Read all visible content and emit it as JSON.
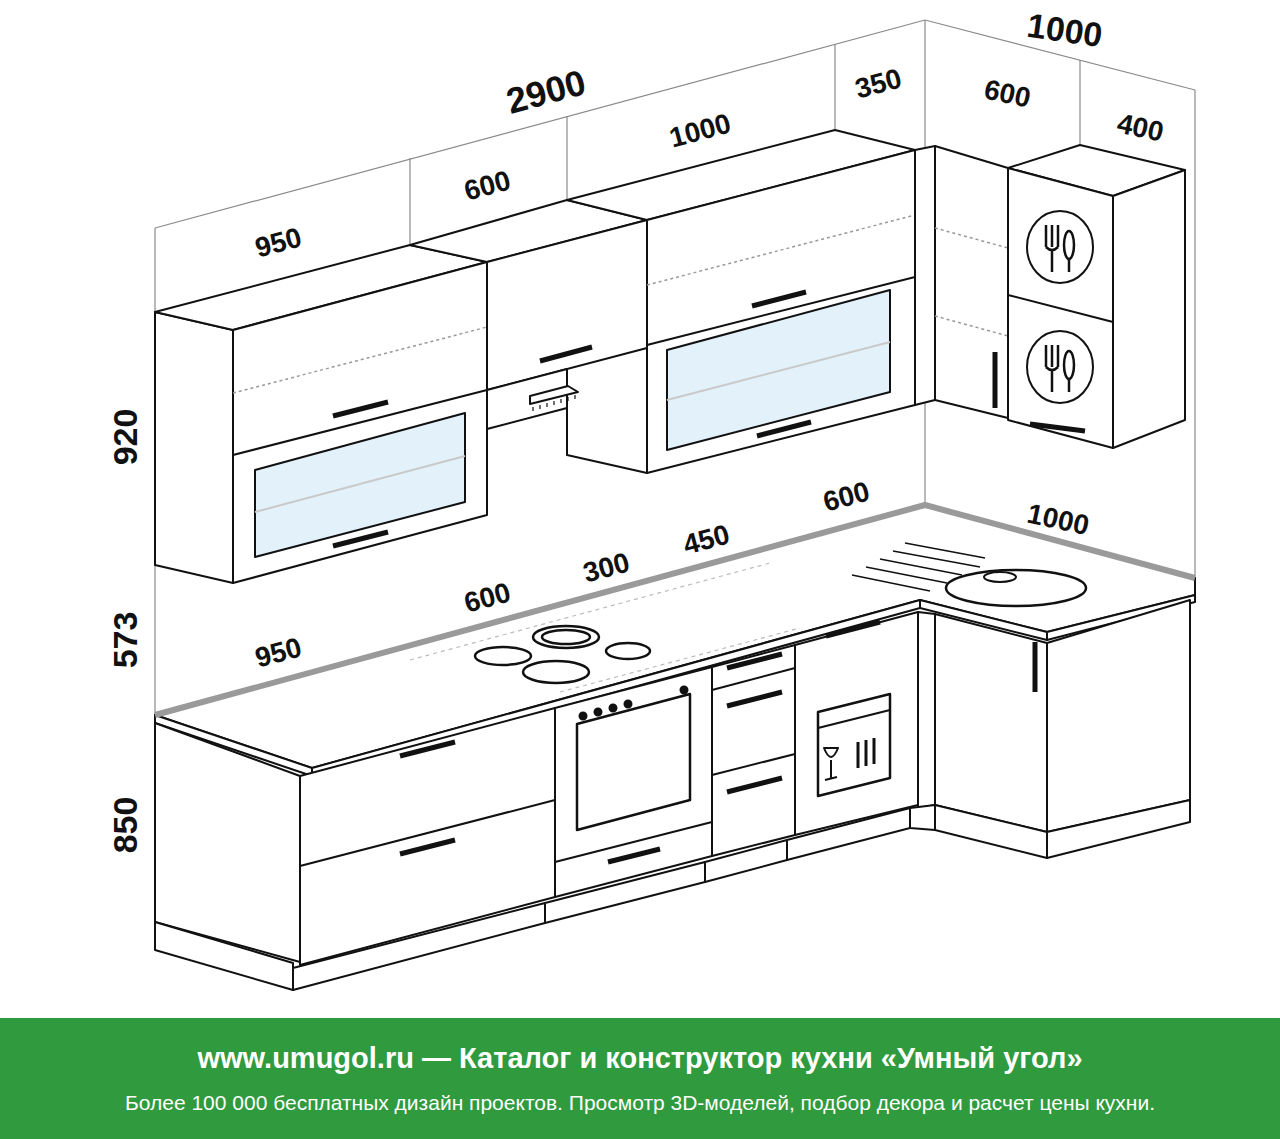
{
  "diagram": {
    "nodes": [
      {
        "text": [
          "www.umugol.ru — Каталог и конструктор кухни «Умный угол»",
          "Более 100 000 бесплатных дизайн проектов. Просмотр 3D-моделей, подбор декора и расчет цены кухни."
        ]
      }
    ],
    "labels": [
      "1000",
      "2900",
      "350",
      "600",
      "400",
      "950",
      "600",
      "1000",
      "920",
      "600",
      "1000",
      "573",
      "950",
      "600",
      "300",
      "450",
      "850"
    ]
  }
}
